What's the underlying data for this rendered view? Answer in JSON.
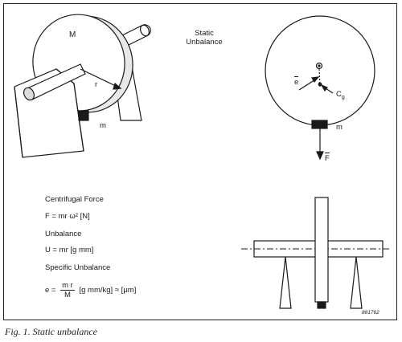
{
  "title_line1": "Static",
  "title_line2": "Unbalance",
  "labels": {
    "mass_M": "M",
    "radius_r": "r",
    "mass_m_left": "m",
    "vector_e": "e",
    "cg": "C",
    "cg_sub": "g",
    "mass_m_right": "m",
    "force_F": "F"
  },
  "formulas": {
    "centrifugal_heading": "Centrifugal Force",
    "centrifugal_expr": "F = mr ω² [N]",
    "unbalance_heading": "Unbalance",
    "unbalance_expr": "U = mr [g mm]",
    "specific_heading": "Specific Unbalance",
    "specific_lhs": "e =",
    "specific_num": "m r",
    "specific_den": "M",
    "specific_rest": "[g mm/kg] ≈ [μm]"
  },
  "drawing_code": "881762",
  "caption": "Fig. 1.  Static unbalance"
}
